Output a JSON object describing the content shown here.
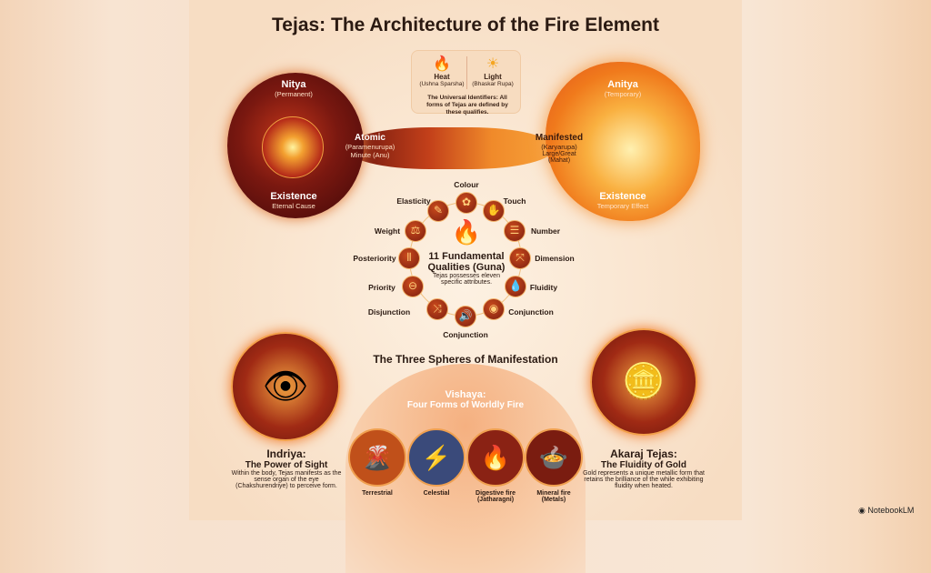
{
  "title": "Tejas: The Architecture of the Fire Element",
  "identifiers": {
    "heat": "Heat",
    "heat_sub": "(Ushna Sparsha)",
    "light": "Light",
    "light_sub": "(Bhaskar Rupa)",
    "caption": "The Universal Identifiers: All forms of Tejas are defined by these qualifies."
  },
  "left": {
    "title": "Nitya",
    "sub": "(Permanent)",
    "atomic": "Atomic",
    "atomic_sub": "(Paramenurupa)",
    "atomic_desc": "Minute (Anu)",
    "existence": "Existence",
    "existence_sub": "Eternal Cause"
  },
  "right": {
    "title": "Anitya",
    "sub": "(Temporary)",
    "manifested": "Manifested",
    "manifested_sub": "(Karyarupa)",
    "manifested_desc": "Large/Great",
    "manifested_desc2": "(Mahat)",
    "existence": "Existence",
    "existence_sub": "Temporary Effect"
  },
  "qualities": {
    "title": "11 Fundamental",
    "title2": "Qualities (Guna)",
    "desc": "Tejas possesses eleven specific attributes.",
    "items": [
      "Colour",
      "Touch",
      "Number",
      "Dimension",
      "Fluidity",
      "Conjunction",
      "Conjunction",
      "Disjunction",
      "Priority",
      "Posteriority",
      "Weight",
      "Elasticity"
    ]
  },
  "spheres_title": "The Three Spheres of Manifestation",
  "indriya": {
    "title": "Indriya:",
    "subtitle": "The Power of Sight",
    "desc": "Within the body, Tejas manifests as the sense organ of the eye (Chakshurendriye) to perceive form."
  },
  "vishaya": {
    "title": "Vishaya:",
    "subtitle": "Four Forms of Worldly Fire",
    "items": [
      "Terrestrial",
      "Celestial",
      "Digestive fire",
      "Mineral fire"
    ],
    "subs": [
      "",
      "",
      "(Jatharagni)",
      "(Metals)"
    ]
  },
  "akaraj": {
    "title": "Akaraj Tejas:",
    "subtitle": "The Fluidity of Gold",
    "desc": "Gold represents a unique metallic form that retains the brilliance of the while exhibiting fluidity when heated."
  },
  "brand": "NotebookLM"
}
